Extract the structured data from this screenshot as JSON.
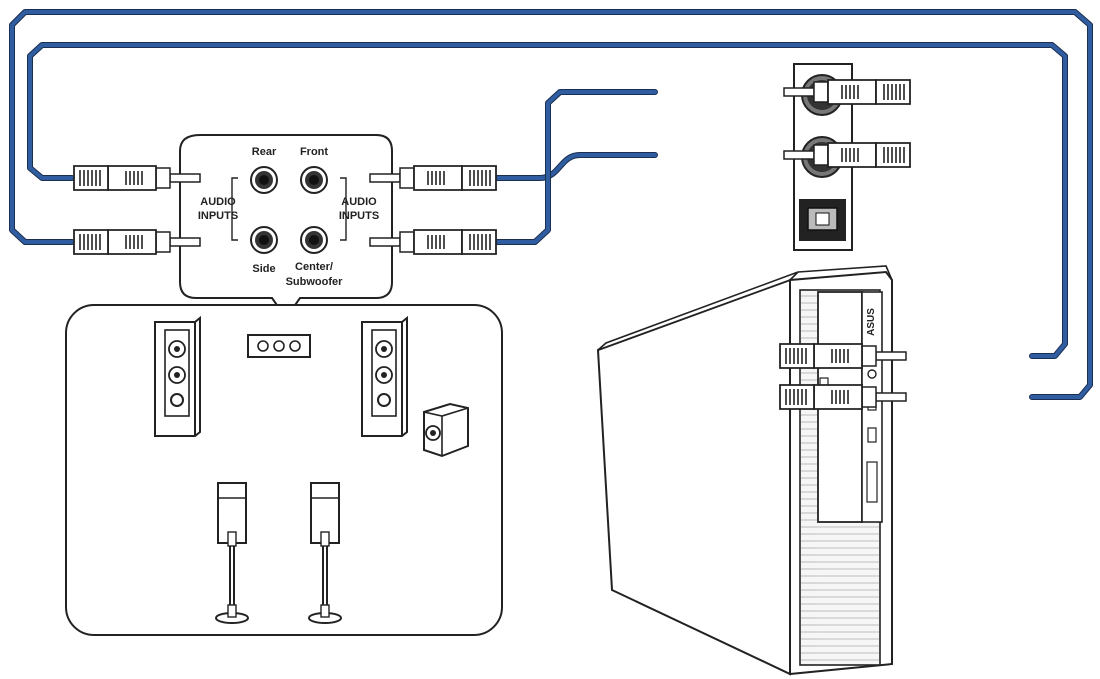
{
  "panel_labels": {
    "rear": "Rear",
    "front": "Front",
    "side": "Side",
    "center_line1": "Center/",
    "center_line2": "Subwoofer",
    "audio_inputs_left_1": "AUDIO",
    "audio_inputs_left_2": "INPUTS",
    "audio_inputs_right_1": "AUDIO",
    "audio_inputs_right_2": "INPUTS"
  },
  "pc": {
    "brand": "ASUS"
  },
  "colors": {
    "cable": "#2f5d9f",
    "outline": "#222222"
  }
}
